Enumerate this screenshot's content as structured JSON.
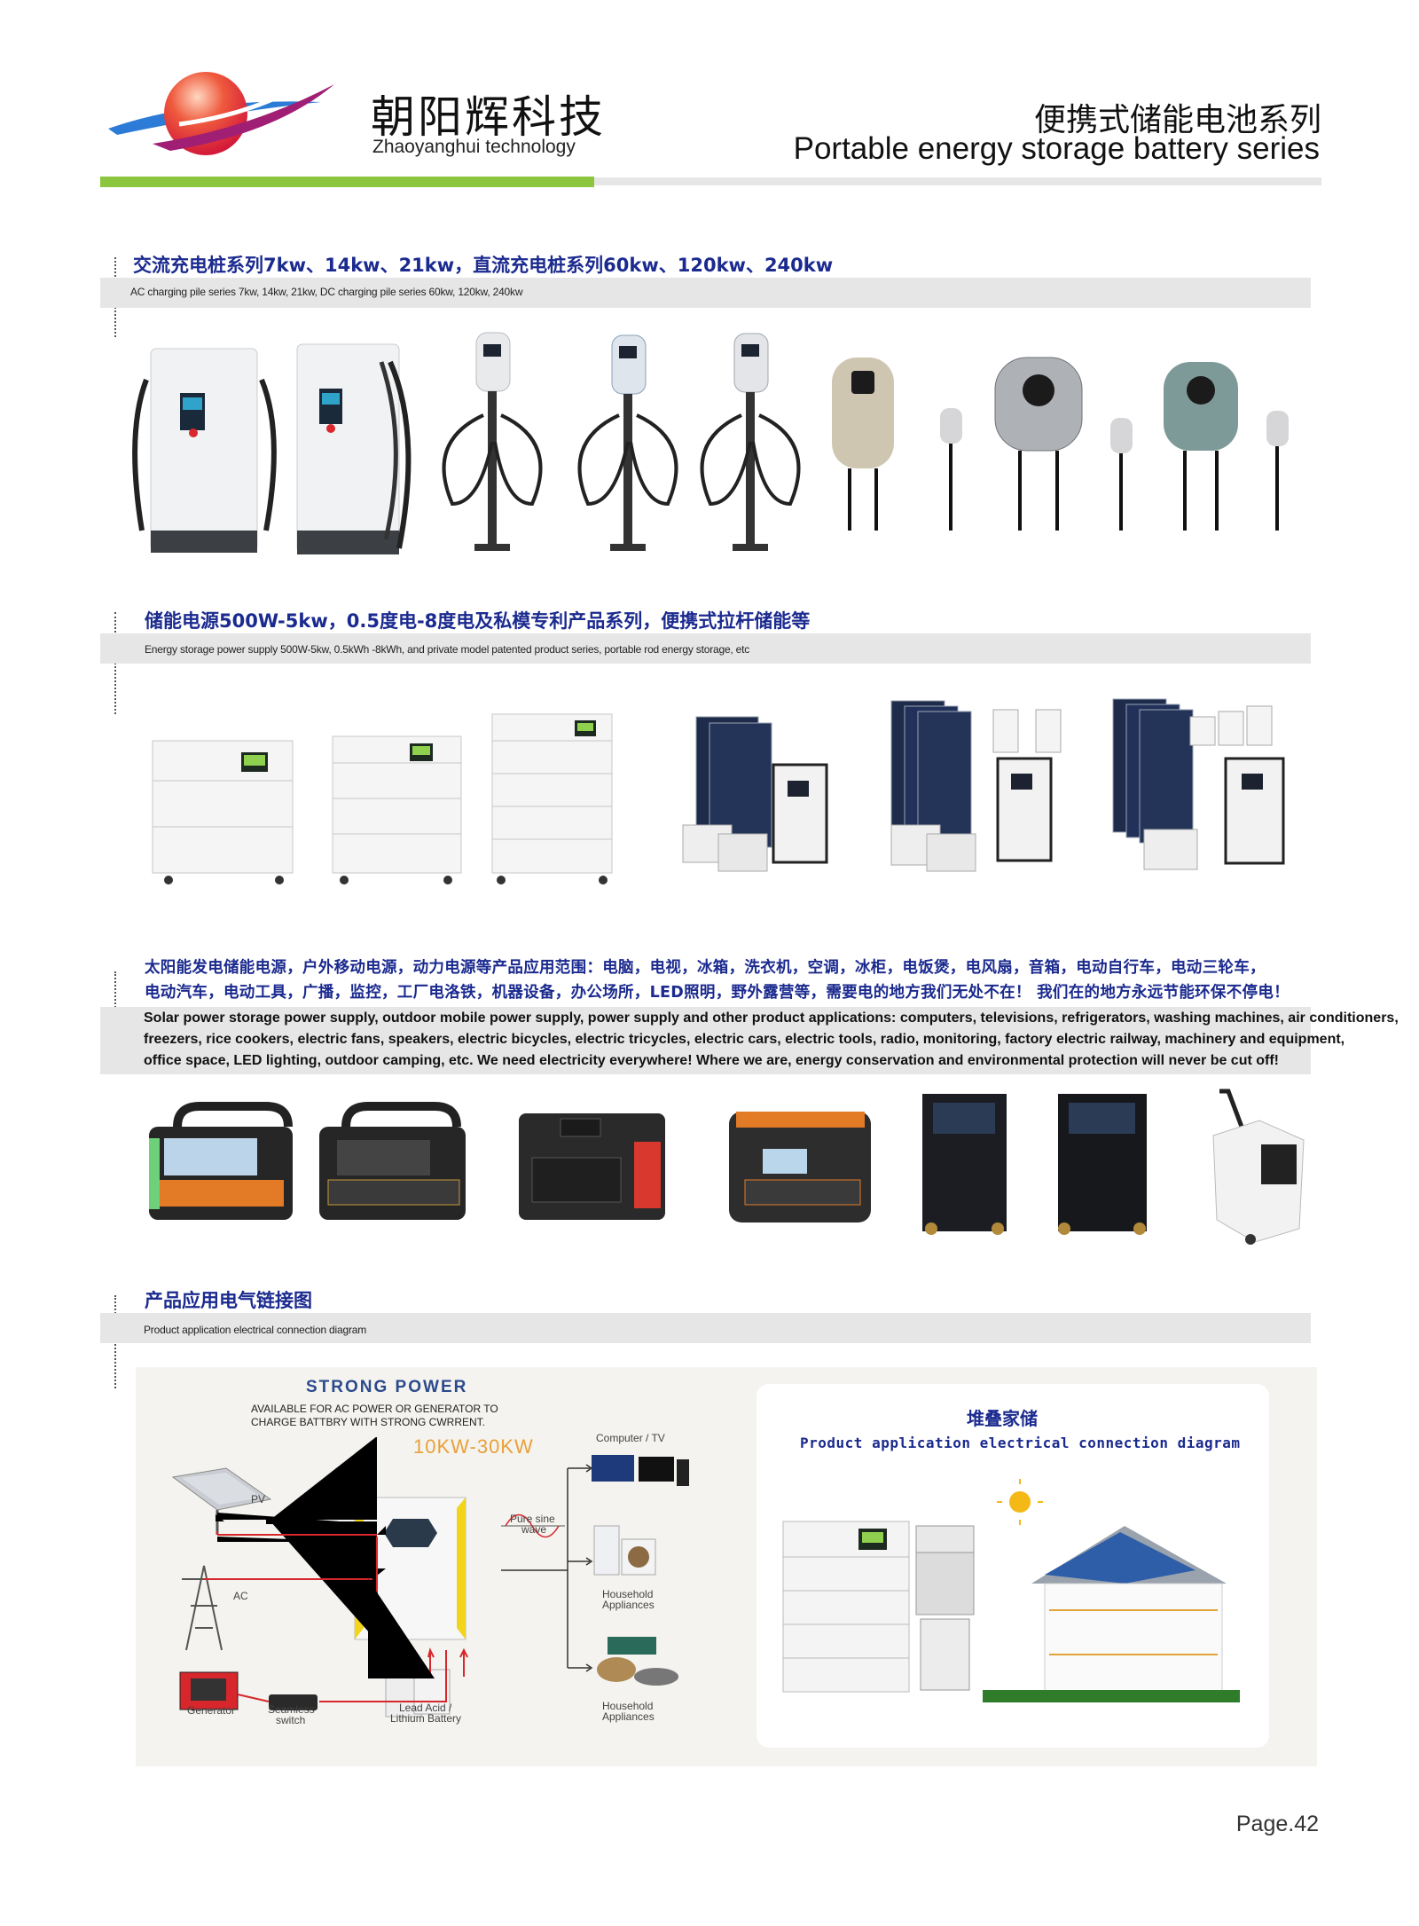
{
  "header": {
    "brand_cn": "朝阳辉科技",
    "brand_en": "Zhaoyanghui technology",
    "series_cn": "便携式储能电池系列",
    "series_en": "Portable energy storage battery series"
  },
  "sections": {
    "charging": {
      "title": "交流充电桩系列7kw、14kw、21kw，直流充电桩系列60kw、120kw、240kw",
      "subtitle": "AC charging pile series 7kw, 14kw, 21kw, DC charging pile series 60kw, 120kw, 240kw"
    },
    "storage": {
      "title": "储能电源500W-5kw，0.5度电-8度电及私模专利产品系列，便携式拉杆储能等",
      "subtitle": "Energy storage power supply 500W-5kw, 0.5kWh -8kWh, and private model patented product series, portable rod energy storage, etc"
    },
    "applications": {
      "cn_line1": "太阳能发电储能电源，户外移动电源，动力电源等产品应用范围：电脑，电视，冰箱，洗衣机，空调，冰柜，电饭煲，电风扇，音箱，电动自行车，电动三轮车，",
      "cn_line2": "电动汽车，电动工具，广播，监控，工厂电洛铁，机器设备，办公场所，LED照明，野外露营等，需要电的地方我们无处不在！ 我们在的地方永远节能环保不停电！",
      "en_line1": "Solar power storage power supply, outdoor mobile power supply, power supply and other product applications: computers, televisions, refrigerators, washing machines, air conditioners,",
      "en_line2": "freezers, rice cookers, electric fans, speakers, electric bicycles, electric tricycles, electric cars, electric tools, radio, monitoring, factory electric railway, machinery and equipment,",
      "en_line3": "office space, LED lighting, outdoor camping, etc. We need electricity everywhere! Where we are, energy conservation and environmental protection will never be cut off!"
    },
    "diagram": {
      "title": "产品应用电气链接图",
      "subtitle": "Product application electrical connection diagram"
    }
  },
  "diagram_left": {
    "heading": "STRONG POWER",
    "note_line1": "AVAILABLE FOR AC POWER OR GENERATOR TO",
    "note_line2": "CHARGE BATTBRY WITH STRONG CWRRENT.",
    "power_range": "10KW-30KW",
    "labels": {
      "pv": "PV",
      "ac": "AC",
      "generator": "Generator",
      "switch_1": "Seamless",
      "switch_2": "switch",
      "battery_1": "Lead Acid /",
      "battery_2": "Lithium Battery",
      "wave_1": "Pure sine",
      "wave_2": "wave",
      "computer": "Computer / TV",
      "appl_a1": "Household",
      "appl_a2": "Appliances",
      "appl_b1": "Household",
      "appl_b2": "Appliances"
    }
  },
  "diagram_right": {
    "title_cn": "堆叠家储",
    "title_en": "Product application electrical connection diagram"
  },
  "footer": {
    "page": "Page.42"
  },
  "colors": {
    "accent_blue": "#1b2a8f",
    "accent_green": "#8cc63f",
    "band_grey": "#e6e6e6",
    "strong_power": "#2b4a8c",
    "power_orange": "#e8a13a"
  }
}
